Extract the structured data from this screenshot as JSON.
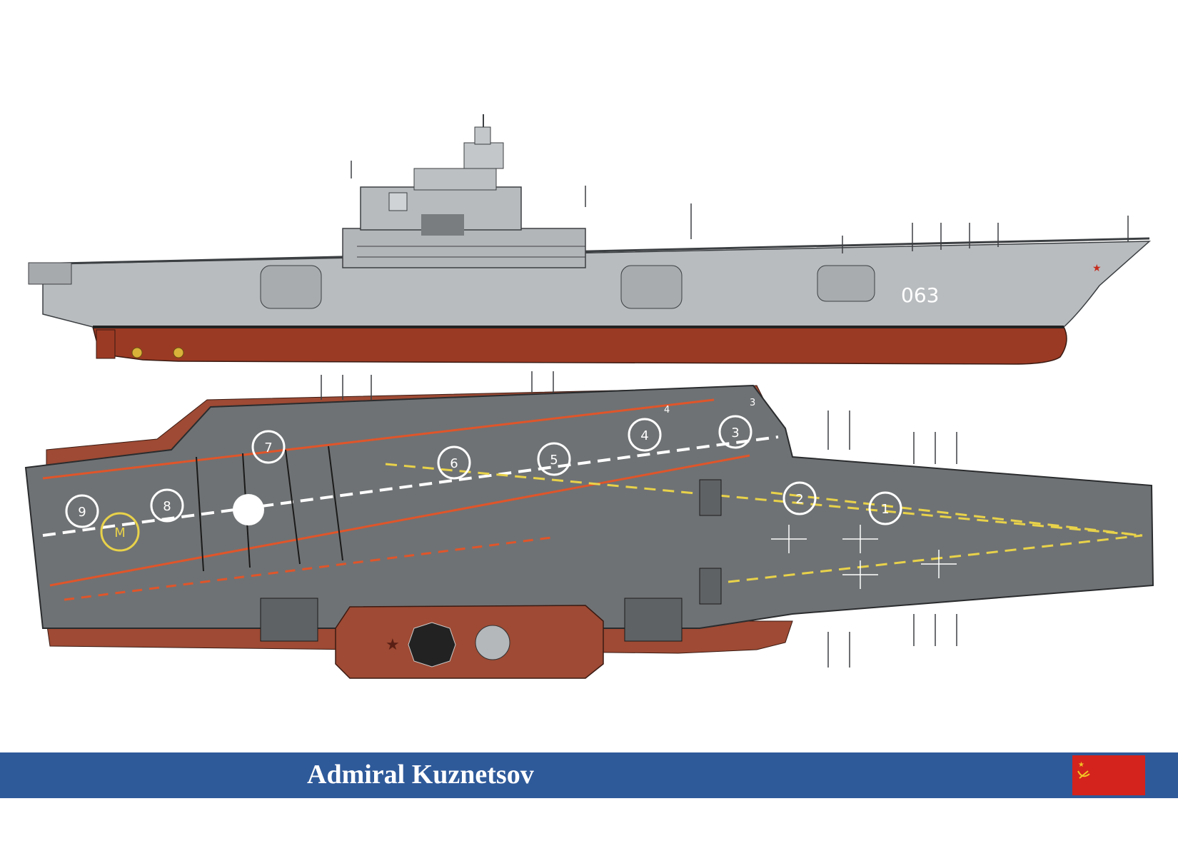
{
  "ship": {
    "name": "Admiral Kuznetsov",
    "hull_number": "063",
    "flag_icon": "ussr-flag-icon"
  },
  "deck_spots": [
    "1",
    "2",
    "3",
    "4",
    "5",
    "6",
    "7",
    "8",
    "9"
  ],
  "helipad_mark": "M",
  "deck_small_labels": [
    "4",
    "3"
  ],
  "colors": {
    "band": "#2f5a9a",
    "hull_grey": "#b9bcbf",
    "hull_red": "#9b3a24",
    "deck_grey": "#6f7274",
    "flag_red": "#d4231c",
    "deck_marking_orange": "#e0552a",
    "deck_marking_yellow": "#e8d24a"
  }
}
